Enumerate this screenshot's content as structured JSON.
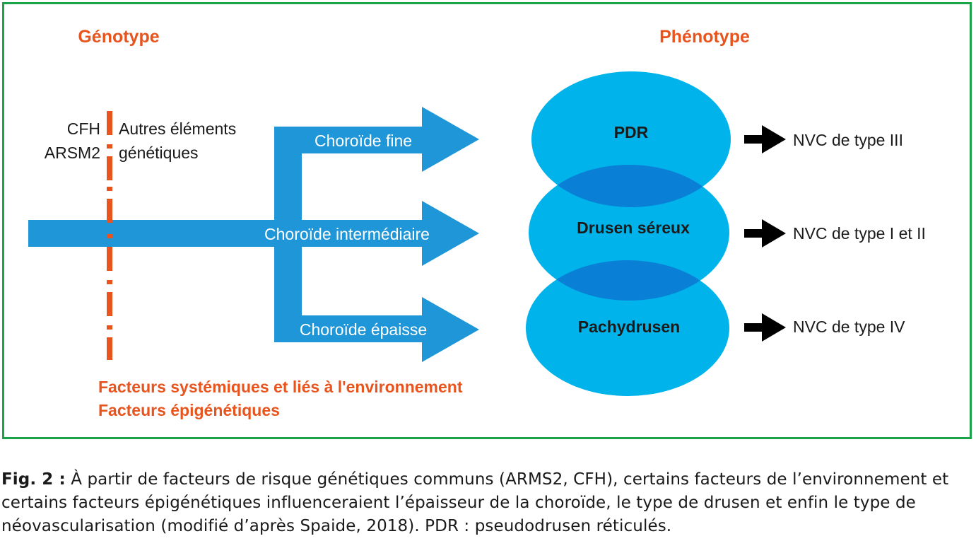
{
  "headings": {
    "genotype": "Génotype",
    "phenotype": "Phénotype"
  },
  "genes": {
    "cfh": "CFH",
    "arsm2": "ARSM2",
    "other_line1": "Autres éléments",
    "other_line2": "génétiques"
  },
  "choroid": {
    "fine": "Choroïde fine",
    "intermediate": "Choroïde intermédiaire",
    "thick": "Choroïde épaisse"
  },
  "phenotypes": {
    "pdr": "PDR",
    "serous": "Drusen séreux",
    "pachy": "Pachydrusen"
  },
  "outcomes": {
    "type3": "NVC de type III",
    "type12": "NVC de type I et II",
    "type4": "NVC de type IV"
  },
  "factors": {
    "line1": "Facteurs systémiques et liés à l'environnement",
    "line2": "Facteurs épigénétiques"
  },
  "caption": {
    "label": "Fig. 2 :",
    "text": " À partir de facteurs de risque génétiques communs (ARMS2, CFH), certains facteurs de l’environnement et certains facteurs épigénétiques influenceraient l’épaisseur de la choroïde, le type de drusen et enfin le type de néovascularisation (modifié d’après Spaide, 2018). PDR : pseudodrusen réticulés."
  },
  "colors": {
    "border": "#1aa34a",
    "orange": "#e8541e",
    "arrow_blue": "#1e96d8",
    "ellipse": "#00b3ea",
    "overlap": "#0a7fd6",
    "black": "#000000"
  }
}
